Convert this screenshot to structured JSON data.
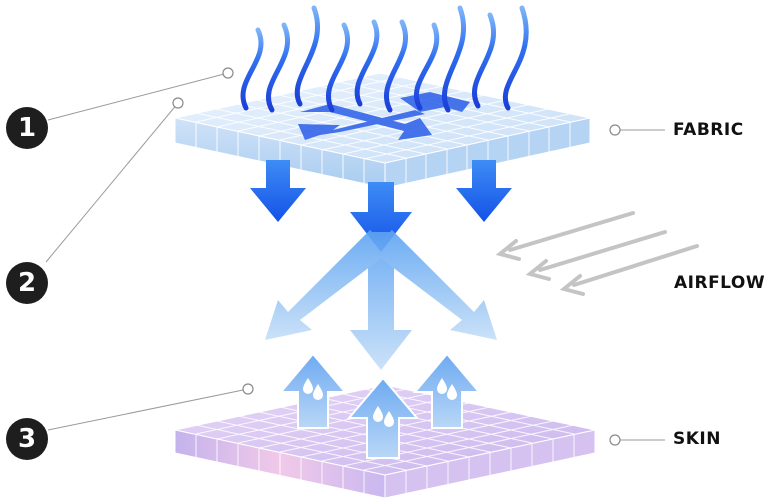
{
  "steps": [
    "1",
    "2",
    "3"
  ],
  "labels": {
    "fabric": "FABRIC",
    "airflow": "AIRFLOW",
    "skin": "SKIN"
  },
  "colors": {
    "fabric_top": "#dcebfb",
    "fabric_side": "#b7d5f4",
    "skin_top": "#dcc9f2",
    "skin_side": "#f2c9e8",
    "arrow_dark": "#1a5ff0",
    "arrow_light": "#8fbdf2",
    "waves": "#2a55e8",
    "airflow": "#bdbdbd",
    "badge": "#1e1e1e"
  },
  "icons": [
    "wave-lines-icon",
    "down-arrow-icon",
    "split-arrow-icon",
    "up-arrow-icon",
    "water-droplets-icon",
    "airflow-arrow-icon"
  ]
}
